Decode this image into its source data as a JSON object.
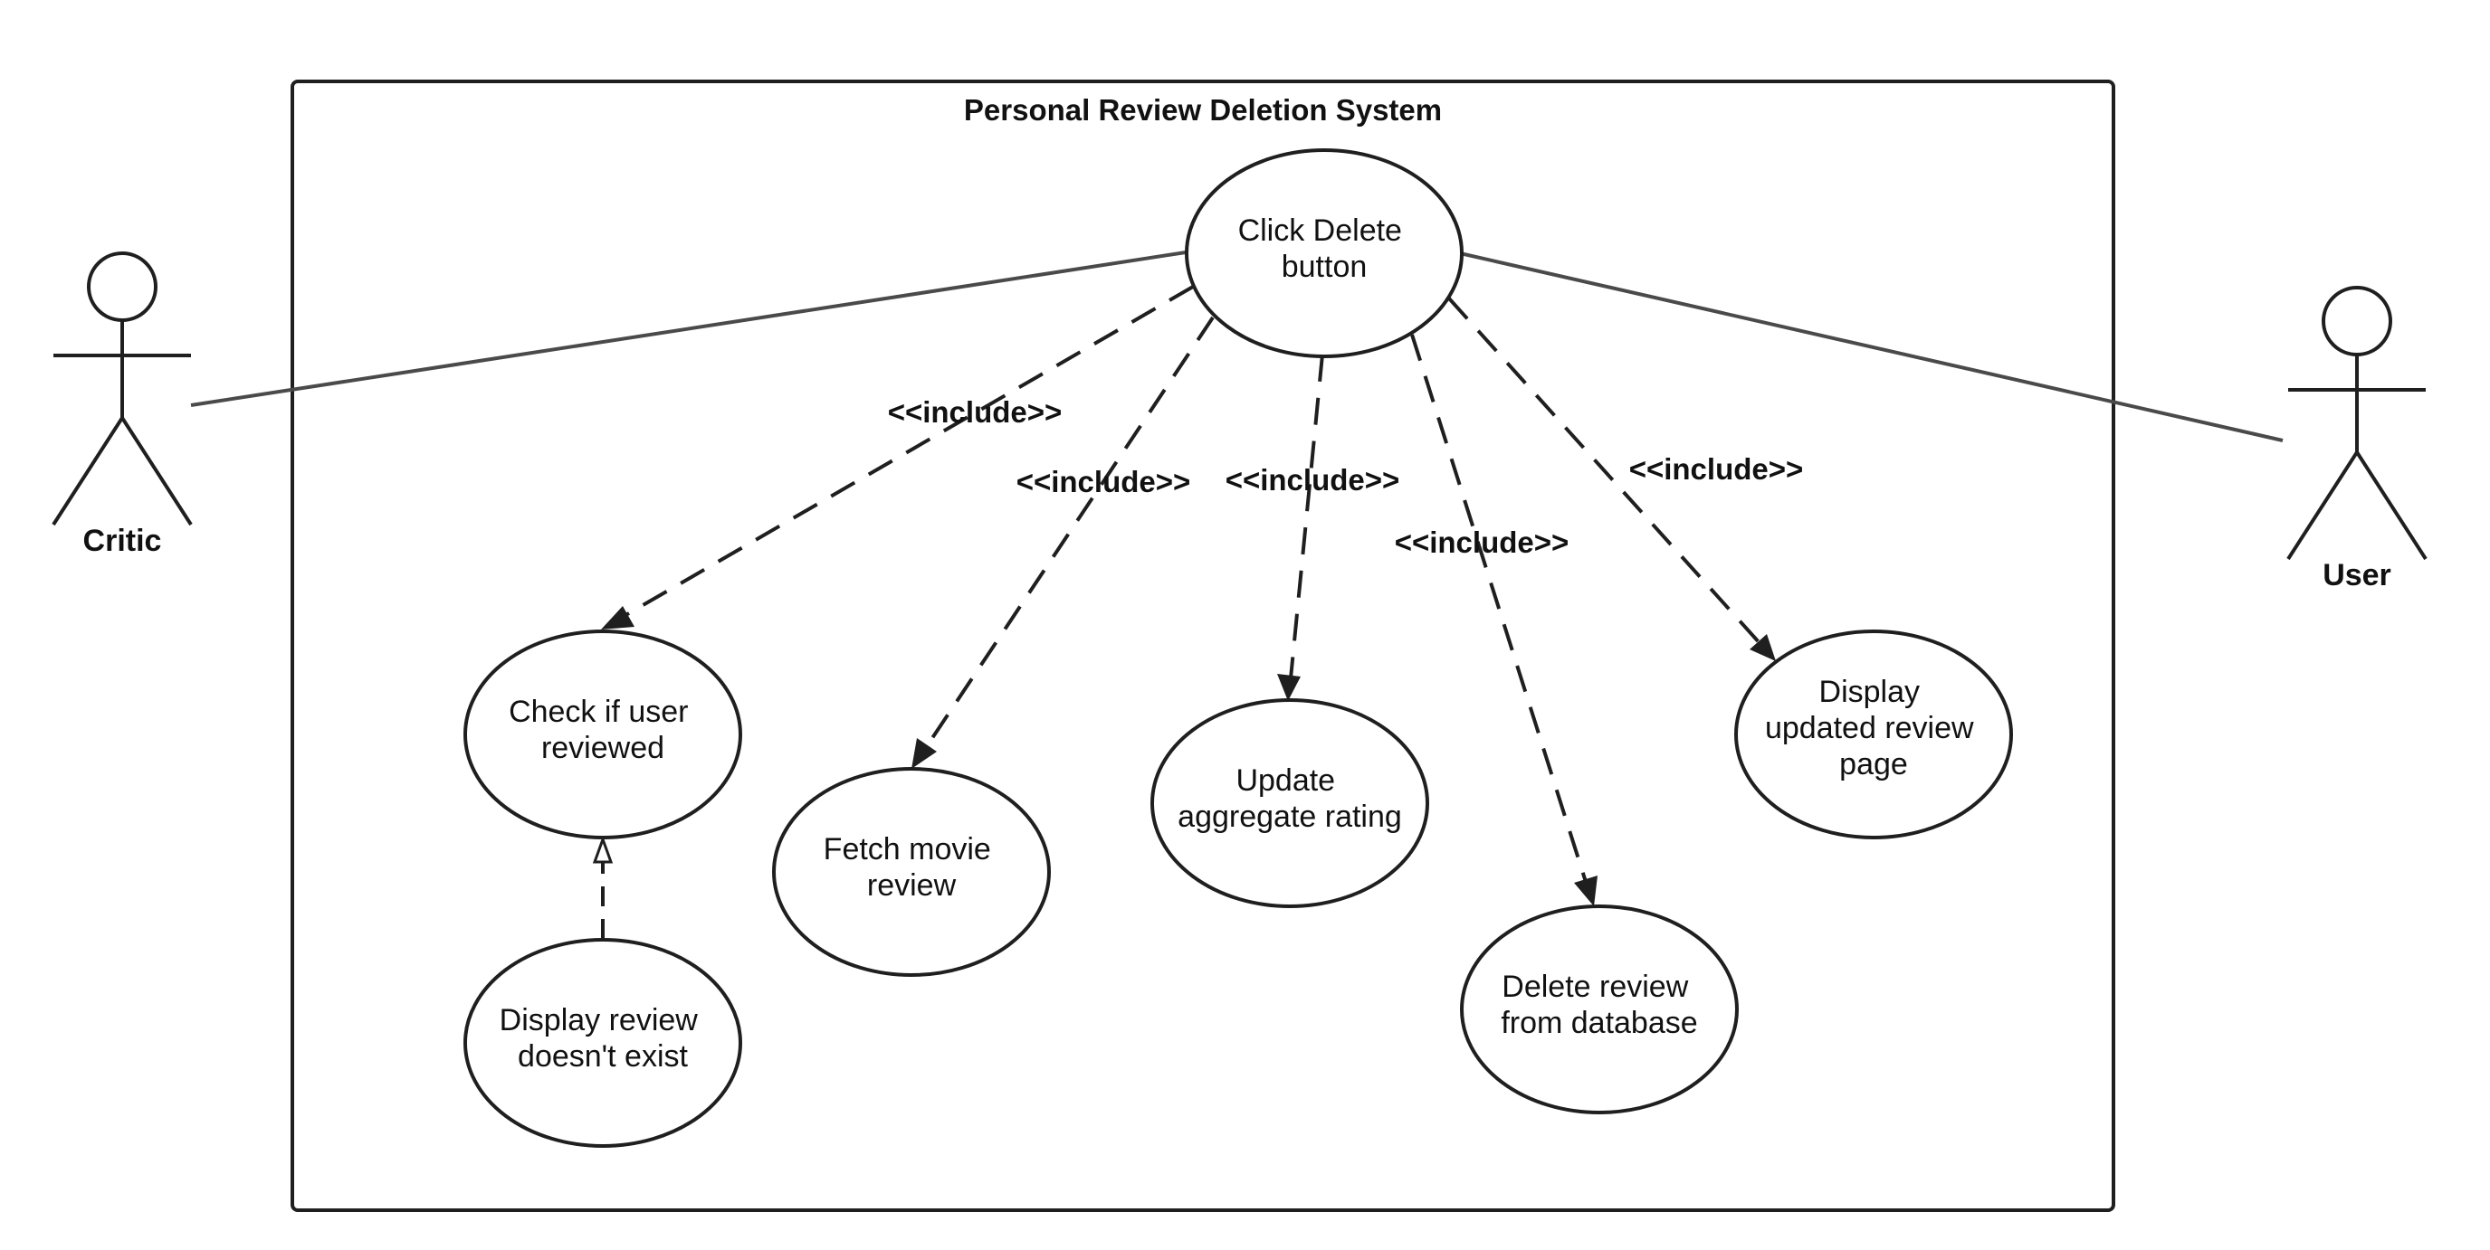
{
  "system": {
    "title": "Personal Review Deletion System"
  },
  "actors": [
    {
      "id": "critic",
      "label": "Critic"
    },
    {
      "id": "user",
      "label": "User"
    }
  ],
  "use_cases": [
    {
      "id": "click",
      "lines": [
        "Click Delete",
        "button"
      ]
    },
    {
      "id": "check",
      "lines": [
        "Check if user",
        "reviewed"
      ]
    },
    {
      "id": "fetch",
      "lines": [
        "Fetch movie",
        "review"
      ]
    },
    {
      "id": "update",
      "lines": [
        "Update",
        "aggregate rating"
      ]
    },
    {
      "id": "delete",
      "lines": [
        "Delete review",
        "from database"
      ]
    },
    {
      "id": "display",
      "lines": [
        "Display",
        "updated review",
        "page"
      ]
    },
    {
      "id": "notexist",
      "lines": [
        "Display review",
        "doesn't exist"
      ]
    }
  ],
  "relationships": [
    {
      "from": "critic",
      "to": "click",
      "type": "association"
    },
    {
      "from": "click",
      "to": "user",
      "type": "association"
    },
    {
      "from": "click",
      "to": "check",
      "type": "include",
      "label": "<<include>>"
    },
    {
      "from": "click",
      "to": "fetch",
      "type": "include",
      "label": "<<include>>"
    },
    {
      "from": "click",
      "to": "update",
      "type": "include",
      "label": "<<include>>"
    },
    {
      "from": "click",
      "to": "delete",
      "type": "include",
      "label": "<<include>>"
    },
    {
      "from": "click",
      "to": "display",
      "type": "include",
      "label": "<<include>>"
    },
    {
      "from": "notexist",
      "to": "check",
      "type": "generalization"
    }
  ]
}
